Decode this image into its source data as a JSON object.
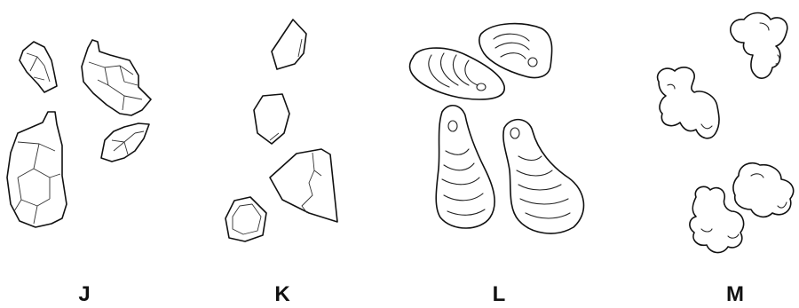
{
  "panels": [
    {
      "id": "J",
      "label": "J",
      "shape": "angular crystal fragments"
    },
    {
      "id": "K",
      "label": "K",
      "shape": "polygonal particles"
    },
    {
      "id": "L",
      "label": "L",
      "shape": "oval particles with curved ridges"
    },
    {
      "id": "M",
      "label": "M",
      "shape": "branched lobed clusters"
    }
  ],
  "colors": {
    "stroke": "#111111",
    "background": "#ffffff"
  }
}
